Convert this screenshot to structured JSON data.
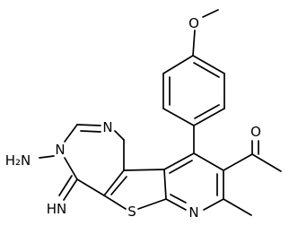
{
  "atoms": {
    "methoxy_o": "O",
    "ring_n_top": "N",
    "amino": "H₂N",
    "ring_n_left": "N",
    "imine": "HN",
    "sulfur": "S",
    "pyridine_n": "N",
    "acetyl_o": "O"
  },
  "colors": {
    "bond": "#000000",
    "label": "#000000",
    "background": "#ffffff"
  }
}
